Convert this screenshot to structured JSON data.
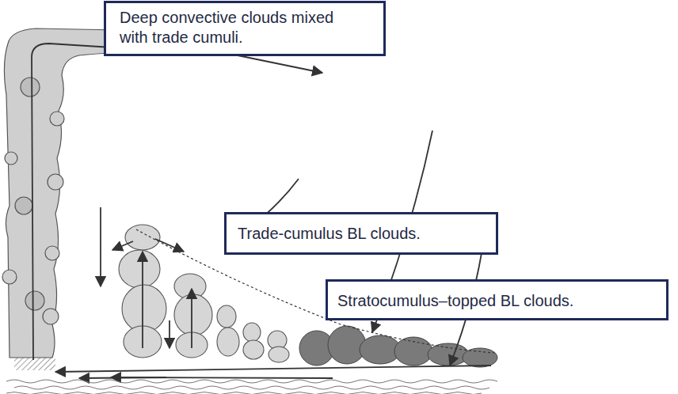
{
  "diagram": {
    "nodes": [
      {
        "text": [
          "Deep convective clouds mixed with trade cumuli."
        ]
      },
      {
        "text": [
          "Trade-cumulus BL clouds."
        ]
      },
      {
        "text": [
          "Stratocumulus–topped BL clouds."
        ]
      }
    ]
  }
}
